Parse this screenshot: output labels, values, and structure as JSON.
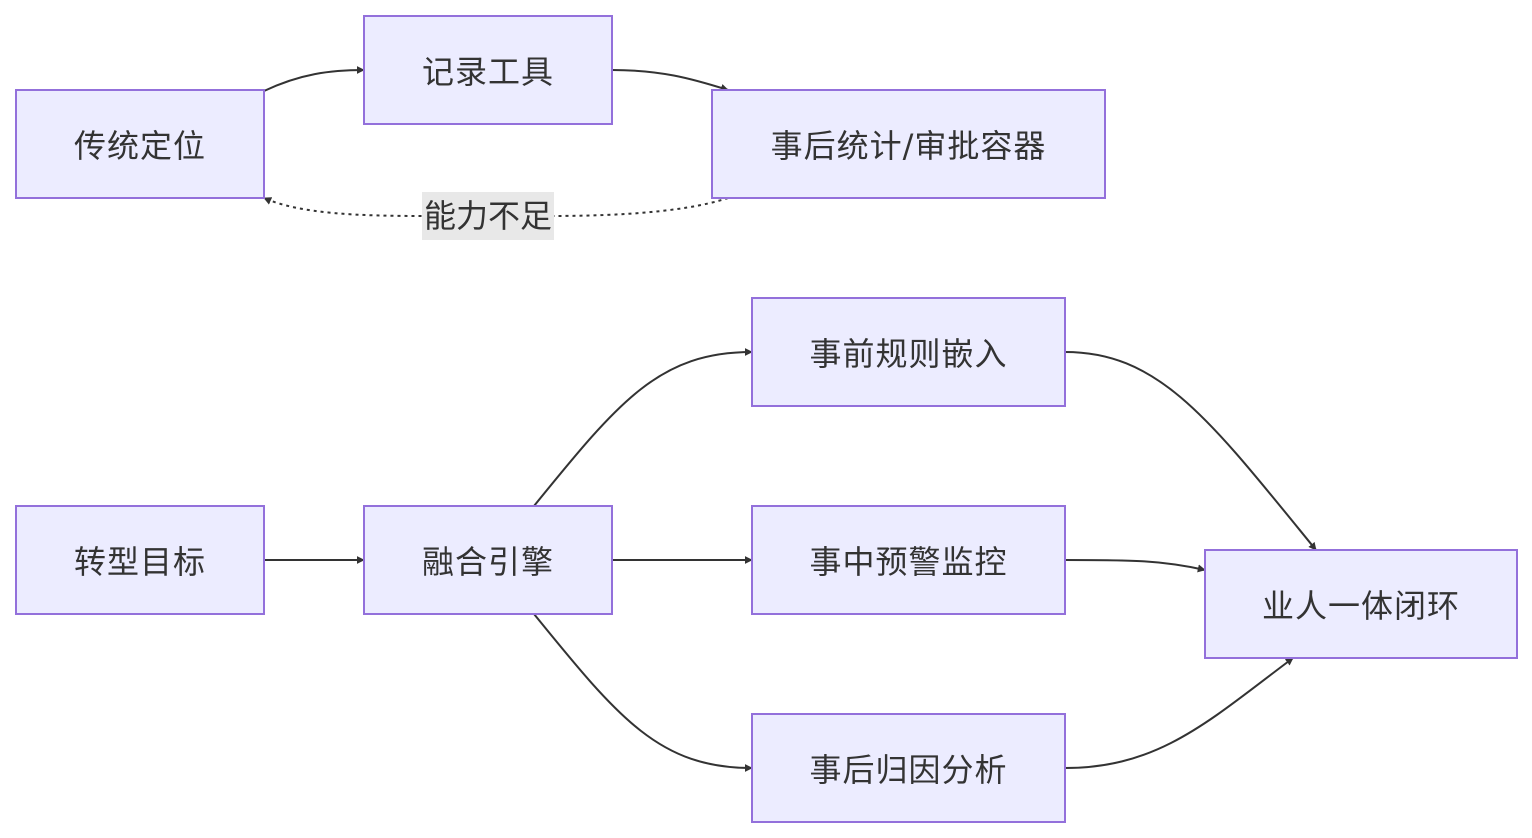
{
  "diagram": {
    "nodes": {
      "traditional": "传统定位",
      "record_tool": "记录工具",
      "post_stats": "事后统计/审批容器",
      "target": "转型目标",
      "fusion_engine": "融合引擎",
      "pre_rules": "事前规则嵌入",
      "mid_alert": "事中预警监控",
      "post_analysis": "事后归因分析",
      "closed_loop": "业人一体闭环"
    },
    "edges": [
      {
        "from": "traditional",
        "to": "record_tool",
        "style": "solid"
      },
      {
        "from": "record_tool",
        "to": "post_stats",
        "style": "solid"
      },
      {
        "from": "post_stats",
        "to": "traditional",
        "style": "dotted",
        "label": "能力不足"
      },
      {
        "from": "target",
        "to": "fusion_engine",
        "style": "solid"
      },
      {
        "from": "fusion_engine",
        "to": "pre_rules",
        "style": "solid"
      },
      {
        "from": "fusion_engine",
        "to": "mid_alert",
        "style": "solid"
      },
      {
        "from": "fusion_engine",
        "to": "post_analysis",
        "style": "solid"
      },
      {
        "from": "pre_rules",
        "to": "closed_loop",
        "style": "solid"
      },
      {
        "from": "mid_alert",
        "to": "closed_loop",
        "style": "solid"
      },
      {
        "from": "post_analysis",
        "to": "closed_loop",
        "style": "solid"
      }
    ]
  },
  "colors": {
    "node_fill": "#ECECFF",
    "node_border": "#9370DB",
    "edge": "#333333",
    "text": "#333333",
    "label_bg": "#e8e8e8"
  }
}
